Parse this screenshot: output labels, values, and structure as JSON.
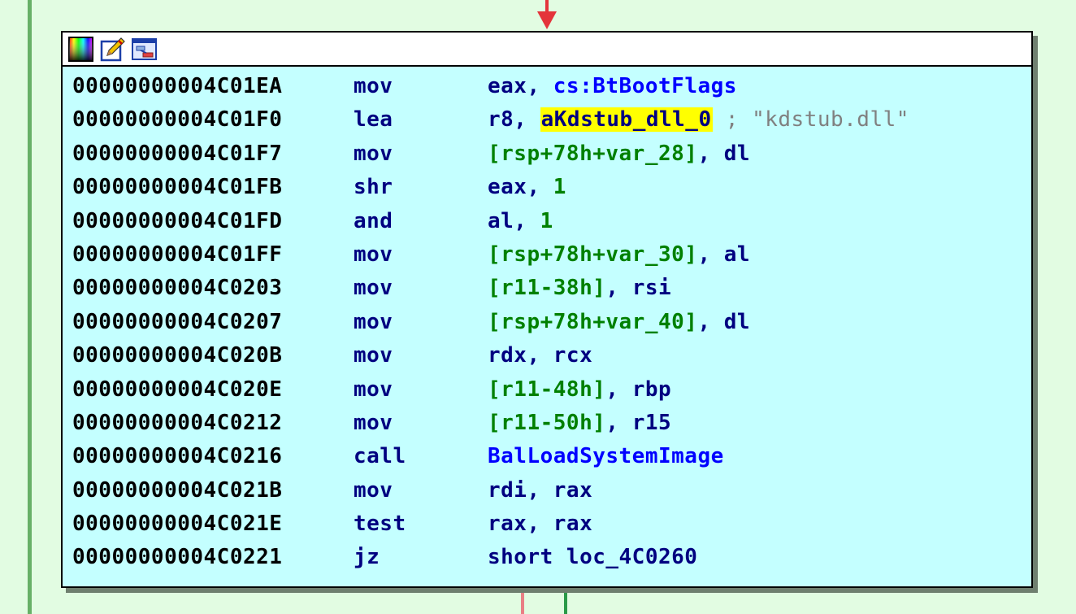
{
  "graph": {
    "colors": {
      "background": "#e2fce2",
      "node_background": "#c4ffff",
      "true_edge": "#2a9a48",
      "false_edge": "#e97f85",
      "incoming_edge": "#e4343b",
      "highlight": "#ffff00"
    },
    "header_icons": [
      "color-palette-icon",
      "edit-pencil-icon",
      "graph-overview-icon"
    ]
  },
  "instructions": [
    {
      "address": "00000000004C01EA",
      "mnemonic": "mov",
      "operands": [
        {
          "t": "eax, ",
          "c": "reg"
        },
        {
          "t": "cs:BtBootFlags",
          "c": "sym"
        }
      ]
    },
    {
      "address": "00000000004C01F0",
      "mnemonic": "lea",
      "operands": [
        {
          "t": "r8, ",
          "c": "reg"
        },
        {
          "t": "aKdstub_dll_0",
          "c": "hl"
        },
        {
          "t": " ; \"kdstub.dll\"",
          "c": "cmt"
        }
      ]
    },
    {
      "address": "00000000004C01F7",
      "mnemonic": "mov",
      "operands": [
        {
          "t": "[rsp+78h+var_28]",
          "c": "stk"
        },
        {
          "t": ", dl",
          "c": "reg"
        }
      ]
    },
    {
      "address": "00000000004C01FB",
      "mnemonic": "shr",
      "operands": [
        {
          "t": "eax, ",
          "c": "reg"
        },
        {
          "t": "1",
          "c": "num"
        }
      ]
    },
    {
      "address": "00000000004C01FD",
      "mnemonic": "and",
      "operands": [
        {
          "t": "al, ",
          "c": "reg"
        },
        {
          "t": "1",
          "c": "num"
        }
      ]
    },
    {
      "address": "00000000004C01FF",
      "mnemonic": "mov",
      "operands": [
        {
          "t": "[rsp+78h+var_30]",
          "c": "stk"
        },
        {
          "t": ", al",
          "c": "reg"
        }
      ]
    },
    {
      "address": "00000000004C0203",
      "mnemonic": "mov",
      "operands": [
        {
          "t": "[r11-38h]",
          "c": "stk"
        },
        {
          "t": ", rsi",
          "c": "reg"
        }
      ]
    },
    {
      "address": "00000000004C0207",
      "mnemonic": "mov",
      "operands": [
        {
          "t": "[rsp+78h+var_40]",
          "c": "stk"
        },
        {
          "t": ", dl",
          "c": "reg"
        }
      ]
    },
    {
      "address": "00000000004C020B",
      "mnemonic": "mov",
      "operands": [
        {
          "t": "rdx, rcx",
          "c": "reg"
        }
      ]
    },
    {
      "address": "00000000004C020E",
      "mnemonic": "mov",
      "operands": [
        {
          "t": "[r11-48h]",
          "c": "stk"
        },
        {
          "t": ", rbp",
          "c": "reg"
        }
      ]
    },
    {
      "address": "00000000004C0212",
      "mnemonic": "mov",
      "operands": [
        {
          "t": "[r11-50h]",
          "c": "stk"
        },
        {
          "t": ", r15",
          "c": "reg"
        }
      ]
    },
    {
      "address": "00000000004C0216",
      "mnemonic": "call",
      "operands": [
        {
          "t": "BalLoadSystemImage",
          "c": "sym"
        }
      ]
    },
    {
      "address": "00000000004C021B",
      "mnemonic": "mov",
      "operands": [
        {
          "t": "rdi, rax",
          "c": "reg"
        }
      ]
    },
    {
      "address": "00000000004C021E",
      "mnemonic": "test",
      "operands": [
        {
          "t": "rax, rax",
          "c": "reg"
        }
      ]
    },
    {
      "address": "00000000004C0221",
      "mnemonic": "jz",
      "operands": [
        {
          "t": "short loc_4C0260",
          "c": "reg"
        }
      ]
    }
  ]
}
